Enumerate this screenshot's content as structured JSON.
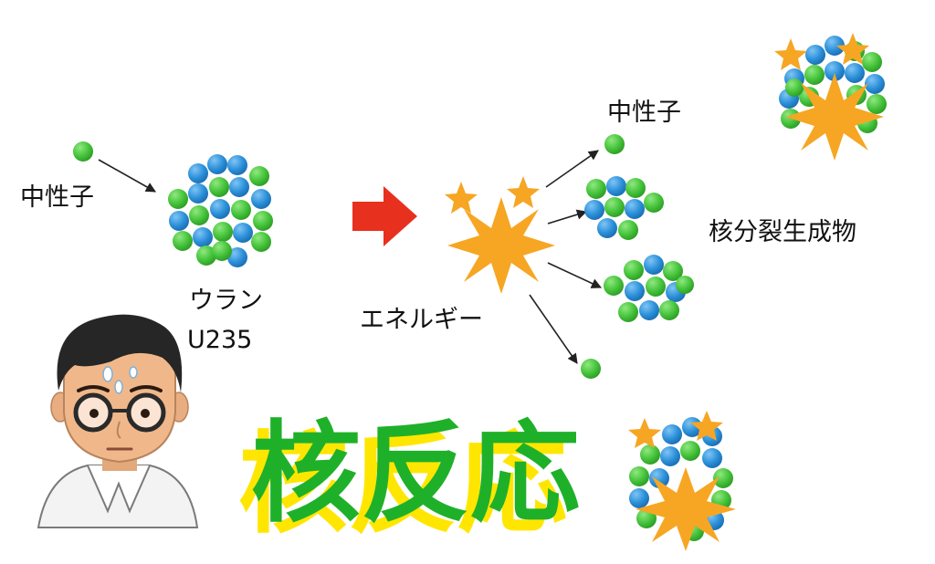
{
  "labels": {
    "neutron_in": "中性子",
    "uranium": "ウラン",
    "u235": "U235",
    "energy": "エネルギー",
    "neutron_out": "中性子",
    "fission_products": "核分裂生成物",
    "title": "核反応"
  },
  "colors": {
    "neutron_green": "#44c23a",
    "proton_blue": "#2a8fd8",
    "reaction_arrow": "#e8301e",
    "burst_orange": "#f6a623",
    "title_green": "#1fb02a",
    "title_shadow": "#ffe600",
    "arrow_line": "#222222"
  },
  "icons": {
    "scientist": "scientist-avatar-icon",
    "burst": "explosion-burst-icon",
    "star": "sparkle-star-icon"
  }
}
